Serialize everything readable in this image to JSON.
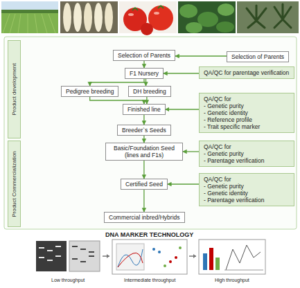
{
  "diagram": {
    "nodes": [
      {
        "text": [
          "Product development"
        ]
      },
      {
        "text": [
          "Selection of Parents"
        ]
      },
      {
        "text": [
          "Selection of Parents"
        ]
      },
      {
        "text": [
          "F1 Nursery"
        ]
      },
      {
        "text": [
          "QA/QC for parentage verification"
        ]
      },
      {
        "text": [
          "Pedigree breeding"
        ]
      },
      {
        "text": [
          "DH breeding"
        ]
      },
      {
        "text": [
          "Finished line"
        ]
      },
      {
        "text": [
          "QA/QC for",
          "- Genetic purity",
          "- Genetic identity",
          "- Reference profile",
          "- Trait specific marker"
        ]
      },
      {
        "text": [
          "Breeder`s Seeds"
        ]
      },
      {
        "text": [
          "Product Commercialization"
        ]
      },
      {
        "text": [
          "Basic/Foundation Seed (lines and F1s)"
        ]
      },
      {
        "text": [
          "QA/QC for",
          "- Genetic purity",
          "- Parentage verification"
        ]
      },
      {
        "text": [
          "Certified Seed"
        ]
      },
      {
        "text": [
          "QA/QC for",
          "- Genetic purity",
          "- Genetic identity",
          "- Parentage verification"
        ]
      },
      {
        "text": [
          "Commercial inbred/Hybrids"
        ]
      }
    ],
    "edges": [
      {
        "from": 2,
        "to": 1,
        "arrow": "to"
      },
      {
        "from": 1,
        "to": 3,
        "arrow": "to"
      },
      {
        "from": 4,
        "to": 3,
        "arrow": "to"
      },
      {
        "from": 3,
        "to": 5,
        "arrow": "to"
      },
      {
        "from": 3,
        "to": 6,
        "arrow": "to"
      },
      {
        "from": 5,
        "to": 7,
        "arrow": "to"
      },
      {
        "from": 6,
        "to": 7,
        "arrow": "to"
      },
      {
        "from": 8,
        "to": 7,
        "arrow": "to"
      },
      {
        "from": 7,
        "to": 9,
        "arrow": "to"
      },
      {
        "from": 9,
        "to": 11,
        "arrow": "to"
      },
      {
        "from": 12,
        "to": 11,
        "arrow": "to"
      },
      {
        "from": 11,
        "to": 13,
        "arrow": "to"
      },
      {
        "from": 14,
        "to": 13,
        "arrow": "to"
      },
      {
        "from": 13,
        "to": 15,
        "arrow": "to"
      }
    ],
    "labels": [
      "DNA MARKER TECHNOLOGY",
      "Low throughput",
      "Intermediate throughput",
      "High throughput"
    ]
  }
}
